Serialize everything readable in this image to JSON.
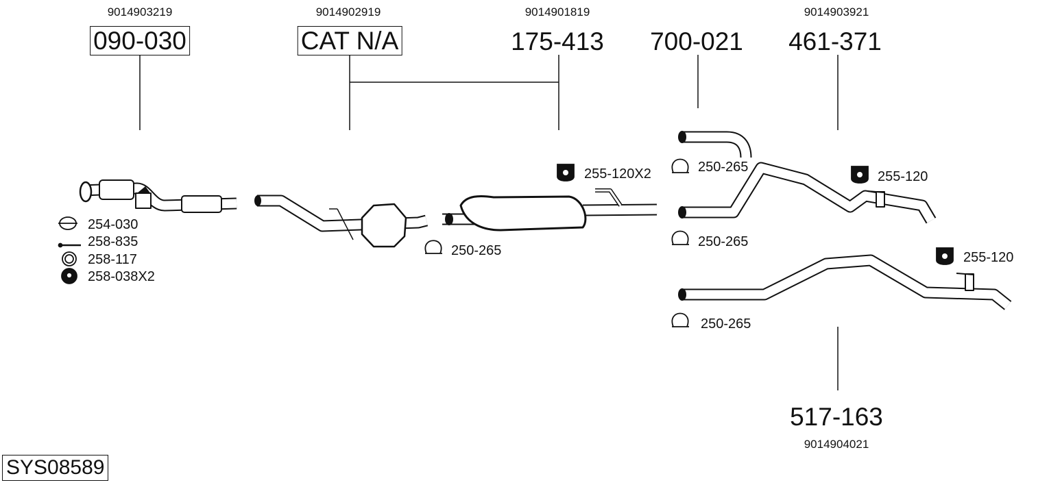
{
  "parts": [
    {
      "oe": "9014903219",
      "number": "090-030",
      "boxed": true
    },
    {
      "oe": "9014902919",
      "number": "CAT N/A",
      "boxed": true
    },
    {
      "oe": "9014901819",
      "number": "175-413",
      "boxed": false
    },
    {
      "number": "700-021",
      "boxed": false
    },
    {
      "oe": "9014903921",
      "number": "461-371",
      "boxed": false
    },
    {
      "oe": "9014904021",
      "number": "517-163",
      "boxed": false
    }
  ],
  "accessories": {
    "clamp_254": "254-030",
    "bolt": "258-835",
    "washer": "258-117",
    "nut": "258-038X2",
    "clamp_cat": "250-265",
    "hanger_mid": "255-120X2",
    "clamp_700": "250-265",
    "clamp_461": "250-265",
    "hanger_461": "255-120",
    "hanger_517": "255-120",
    "clamp_517": "250-265"
  },
  "system_id": "SYS08589"
}
